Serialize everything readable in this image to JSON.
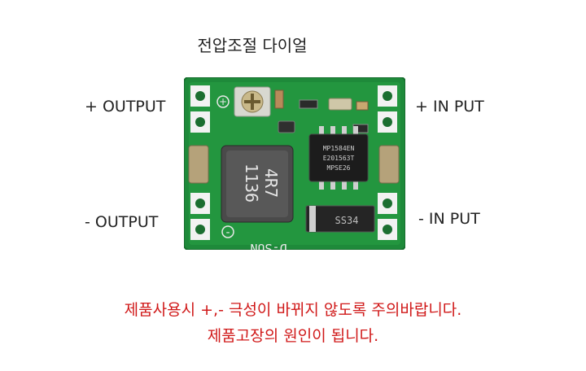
{
  "title": "전압조절 다이얼",
  "labels": {
    "out_plus": "+ OUTPUT",
    "out_minus": "- OUTPUT",
    "in_plus": "+ IN PUT",
    "in_minus": "- IN PUT"
  },
  "board": {
    "inductor_line1": "4R7",
    "inductor_line2": "1136",
    "chip_line1": "MP1584EN",
    "chip_line2": "E201563T",
    "chip_line3": "MPSE26",
    "diode_text": "SS34",
    "silk_brand": "D-SUN",
    "plus_mark": "+",
    "minus_mark": "-"
  },
  "warning": {
    "line1": "제품사용시 +,- 극성이 바뀌지 않도록 주의바랍니다.",
    "line2": "제품고장의 원인이 됩니다."
  },
  "colors": {
    "pcb": "#1e8a3a",
    "pad": "#f2f2f2",
    "warning_text": "#d01818"
  }
}
